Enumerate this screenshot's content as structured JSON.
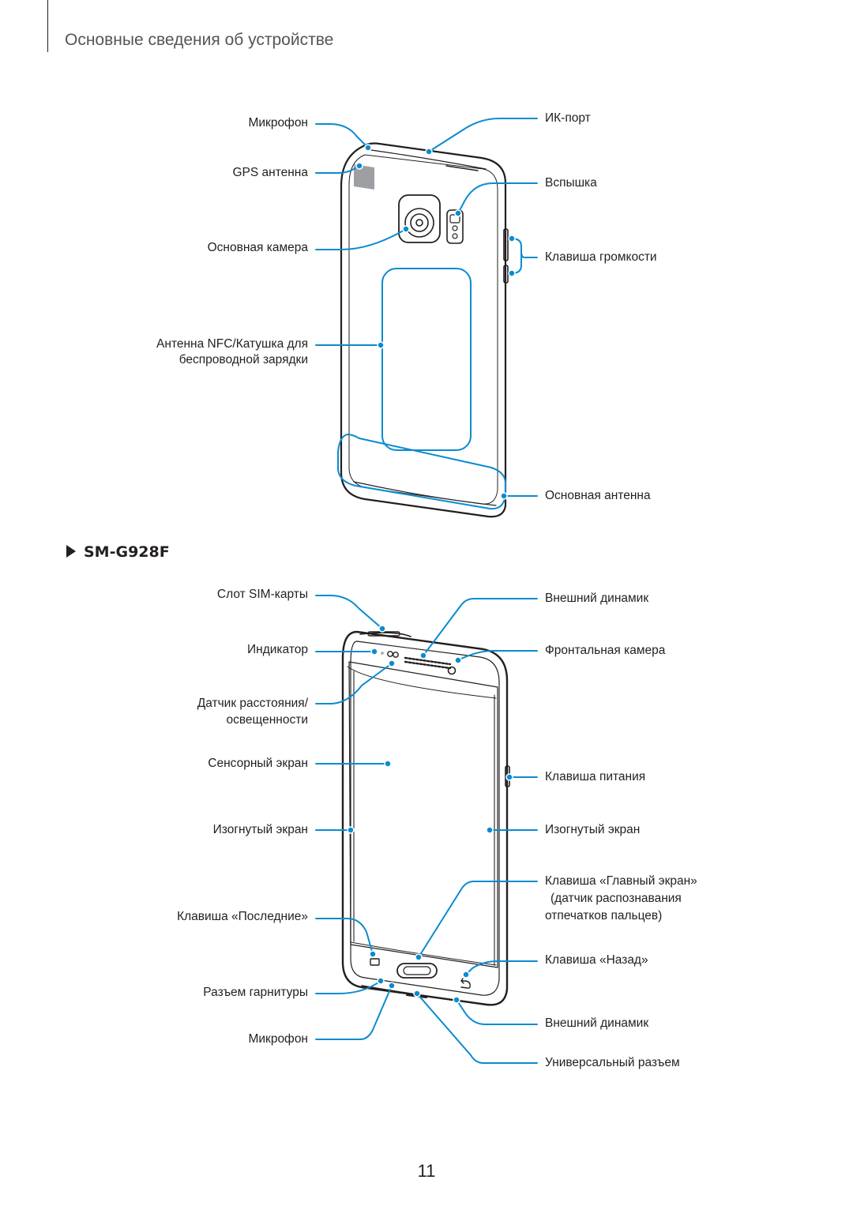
{
  "header": {
    "title": "Основные сведения об устройстве"
  },
  "rear_view": {
    "labels": {
      "microphone": "Микрофон",
      "gps_antenna": "GPS антенна",
      "main_camera": "Основная камера",
      "nfc_antenna_line1": "Антенна NFC/Катушка для",
      "nfc_antenna_line2": "беспроводной зарядки",
      "ir_port": "ИК-порт",
      "flash": "Вспышка",
      "volume_key": "Клавиша громкости",
      "main_antenna": "Основная антенна"
    }
  },
  "model": {
    "name": "SM-G928F"
  },
  "front_view": {
    "labels": {
      "sim_slot": "Слот SIM-карты",
      "indicator": "Индикатор",
      "proximity_sensor_line1": "Датчик расстояния/",
      "proximity_sensor_line2": "освещенности",
      "touchscreen": "Сенсорный экран",
      "curved_screen_left": "Изогнутый экран",
      "recents_key": "Клавиша «Последние»",
      "headset_jack": "Разъем гарнитуры",
      "microphone": "Микрофон",
      "earpiece": "Внешний динамик",
      "front_camera": "Фронтальная камера",
      "power_key": "Клавиша питания",
      "curved_screen_right": "Изогнутый экран",
      "home_key_line1": "Клавиша «Главный экран»",
      "home_key_line2": "(датчик распознавания",
      "home_key_line3": "отпечатков пальцев)",
      "back_key": "Клавиша «Назад»",
      "speaker": "Внешний динамик",
      "multipurpose_jack": "Универсальный разъем"
    }
  },
  "page_number": "11",
  "colors": {
    "callout": "#0a8bd0",
    "outline": "#231f20",
    "header_gray": "#555555"
  }
}
